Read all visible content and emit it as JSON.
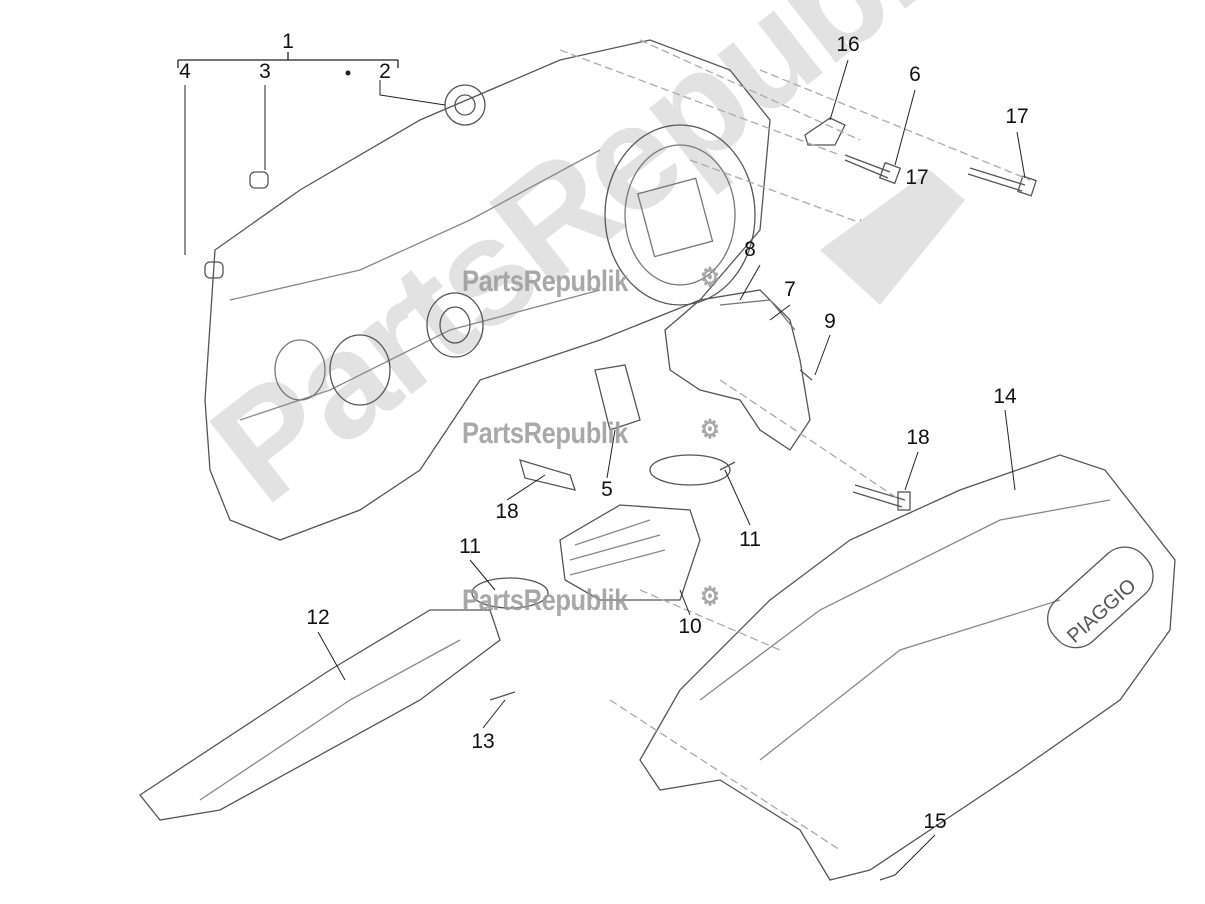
{
  "diagram": {
    "callouts": [
      {
        "id": "c1",
        "text": "1"
      },
      {
        "id": "c2",
        "text": "2"
      },
      {
        "id": "c3",
        "text": "3"
      },
      {
        "id": "c4",
        "text": "4"
      },
      {
        "id": "c5",
        "text": "5"
      },
      {
        "id": "c6",
        "text": "6"
      },
      {
        "id": "c7",
        "text": "7"
      },
      {
        "id": "c8",
        "text": "8"
      },
      {
        "id": "c9",
        "text": "9"
      },
      {
        "id": "c10",
        "text": "10"
      },
      {
        "id": "c11a",
        "text": "11"
      },
      {
        "id": "c11b",
        "text": "11"
      },
      {
        "id": "c12",
        "text": "12"
      },
      {
        "id": "c13",
        "text": "13"
      },
      {
        "id": "c14",
        "text": "14"
      },
      {
        "id": "c15",
        "text": "15"
      },
      {
        "id": "c16",
        "text": "16"
      },
      {
        "id": "c17a",
        "text": "17"
      },
      {
        "id": "c17b",
        "text": "17"
      },
      {
        "id": "c18a",
        "text": "18"
      },
      {
        "id": "c18b",
        "text": "18"
      }
    ],
    "cover_brand": "PIAGGIO"
  },
  "watermark": {
    "text": "PartsRepublik",
    "icon": "gear-flag-icon",
    "color": "#9a9a9a"
  }
}
